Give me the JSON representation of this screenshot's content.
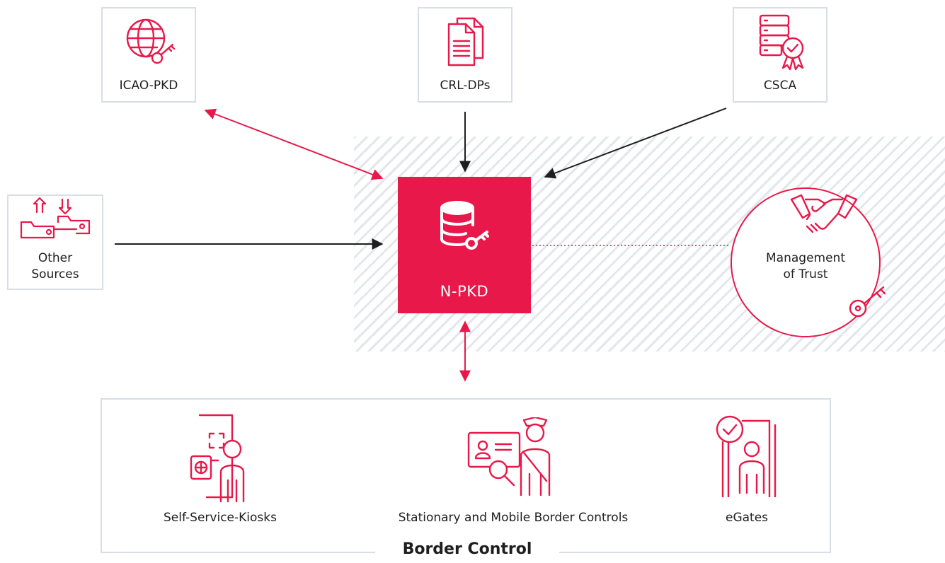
{
  "colors": {
    "accent": "#e8194a",
    "frame": "#d9dde6",
    "text": "#1e1e1e"
  },
  "sources": {
    "icao": {
      "label": "ICAO-PKD",
      "icon": "globe-key-icon"
    },
    "crl": {
      "label": "CRL-DPs",
      "icon": "documents-icon"
    },
    "csca": {
      "label": "CSCA",
      "icon": "server-certificate-icon"
    },
    "other": {
      "line1": "Other",
      "line2": "Sources",
      "icon": "upload-download-icon"
    }
  },
  "center": {
    "label": "N-PKD",
    "icon": "database-key-icon"
  },
  "trust": {
    "line1": "Management",
    "line2": "of Trust",
    "icons": [
      "handshake-icon",
      "key-icon"
    ]
  },
  "border_control": {
    "title": "Border Control",
    "items": [
      {
        "label": "Self-Service-Kiosks",
        "icon": "kiosk-passport-icon"
      },
      {
        "label": "Stationary and Mobile Border Controls",
        "icon": "officer-id-icon"
      },
      {
        "label": "eGates",
        "icon": "egate-icon"
      }
    ]
  }
}
